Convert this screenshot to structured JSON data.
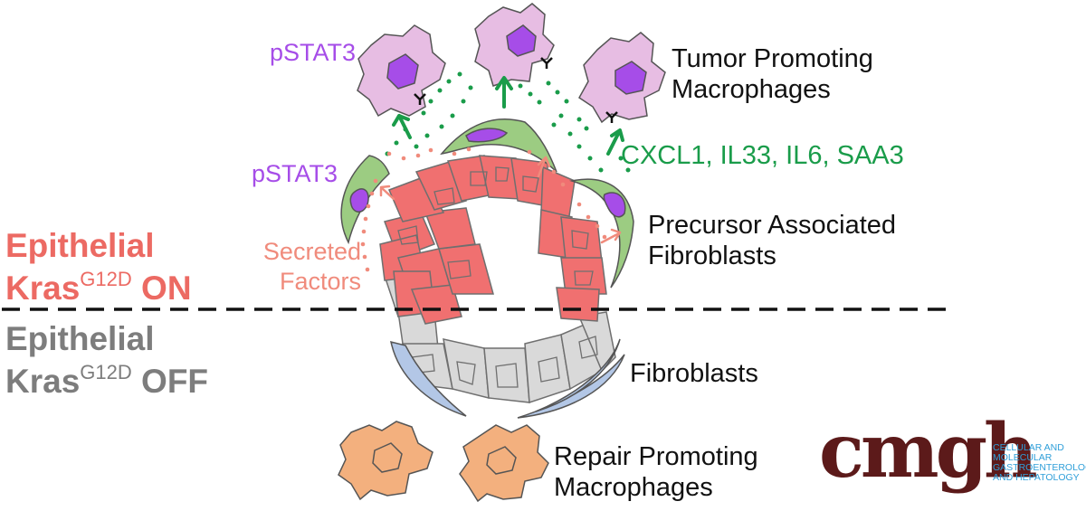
{
  "labels": {
    "pstat3_top": "pSTAT3",
    "pstat3_side": "pSTAT3",
    "tumor_macrophages_line1": "Tumor Promoting",
    "tumor_macrophages_line2": "Macrophages",
    "cytokines": "CXCL1, IL33, IL6, SAA3",
    "paf_line1": "Precursor Associated",
    "paf_line2": "Fibroblasts",
    "secreted_line1": "Secreted",
    "secreted_line2": "Factors",
    "fibroblasts": "Fibroblasts",
    "repair_macrophages_line1": "Repair Promoting",
    "repair_macrophages_line2": "Macrophages"
  },
  "states": {
    "on": {
      "line1": "Epithelial",
      "gene": "Kras",
      "mutation": "G12D",
      "state": "ON"
    },
    "off": {
      "line1": "Epithelial",
      "gene": "Kras",
      "mutation": "G12D",
      "state": "OFF"
    }
  },
  "logo": {
    "wordmark": "cmgh",
    "subtitle": [
      "CELLULAR AND",
      "MOLECULAR",
      "GASTROENTEROLOGY",
      "AND HEPATOLOGY"
    ]
  },
  "colors": {
    "kras_on_red": "#ec6a63",
    "kras_off_grey": "#7d7d7d",
    "signal_green": "#1a9c4a",
    "pstat3_purple": "#a64de8",
    "secreted_salmon": "#f08b7c",
    "tumor_macrophage": "#e7bde3",
    "activated_fibroblast": "#9ccc82",
    "resting_fibroblast": "#b3c7e6",
    "repair_macrophage": "#f3b07e",
    "logo_maroon": "#5c1a1a",
    "logo_blue": "#2f9fd9"
  }
}
